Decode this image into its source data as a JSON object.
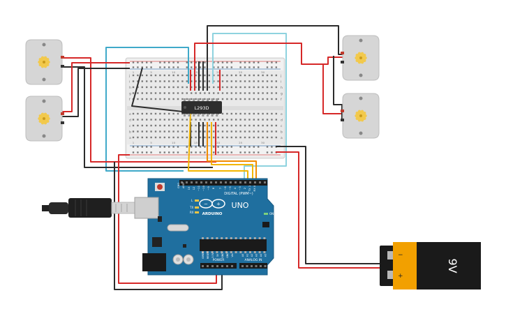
{
  "chip": {
    "label": "L293D"
  },
  "arduino": {
    "brand": "ARDUINO",
    "model": "UNO",
    "digital_label": "DIGITAL (PWM~)",
    "analog_label": "ANALOG IN",
    "power_label": "POWER",
    "tx_label": "TX",
    "rx_label": "RX",
    "l_label": "L",
    "on_label": "ON",
    "aref_label": "AREF",
    "gnd_label": "GND",
    "digital_pins": [
      "13",
      "12",
      "~11",
      "~10",
      "~9",
      "8",
      "7",
      "~6",
      "~5",
      "4",
      "~3",
      "2",
      "TX 1",
      "RX 0"
    ],
    "power_pins": [
      "IOREF",
      "RESET",
      "3.3V",
      "5V",
      "GND",
      "GND",
      "Vin"
    ],
    "analog_pins": [
      "A0",
      "A1",
      "A2",
      "A3",
      "A4",
      "A5"
    ]
  },
  "battery": {
    "label": "9V",
    "minus": "−",
    "plus": "+"
  },
  "breadboard": {
    "row_letters_top": [
      "j",
      "i",
      "h",
      "g",
      "f"
    ],
    "row_letters_bottom": [
      "e",
      "d",
      "c",
      "b",
      "a"
    ],
    "col_numbers": [
      "1",
      "5",
      "10",
      "15",
      "20",
      "25",
      "30"
    ]
  },
  "wire_colors": {
    "red": "#d62828",
    "black": "#2b2b2b",
    "blue": "#3fa9c9",
    "cyan": "#8ed3df",
    "yellow": "#f2b500",
    "orange": "#f28c00",
    "board_blue": "#1f6f9f",
    "battery_orange": "#f2a000"
  }
}
